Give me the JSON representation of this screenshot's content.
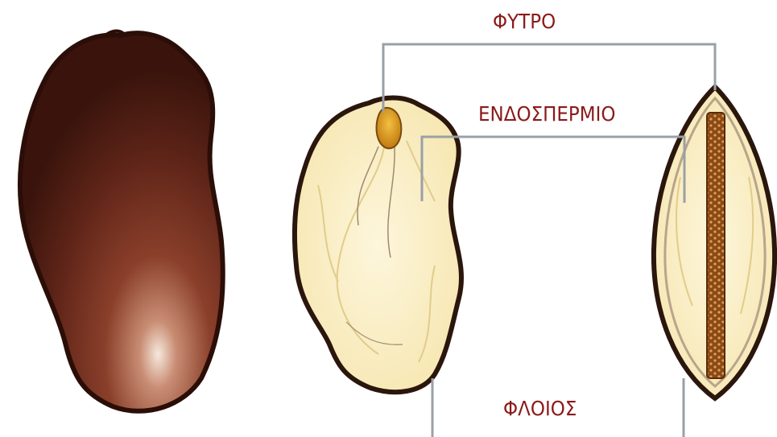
{
  "labels": {
    "embryo": "ΦΥΤΡΟ",
    "endosperm": "ΕΝΔΟΣΠΕΡΜΙΟ",
    "husk": "ΦΛΟΙΟΣ"
  },
  "colors": {
    "label_text": "#8b1a1a",
    "leader_line": "#9aa0a6",
    "seed_outer": "#3a1a0f",
    "seed_surface": "#6b2d1f",
    "seed_highlight": "#f2e0d0",
    "kernel_fill": "#fbf1d0",
    "kernel_outline": "#2a160c",
    "embryo_fill": "#e0a020",
    "germ_strip": "#a05a20"
  }
}
